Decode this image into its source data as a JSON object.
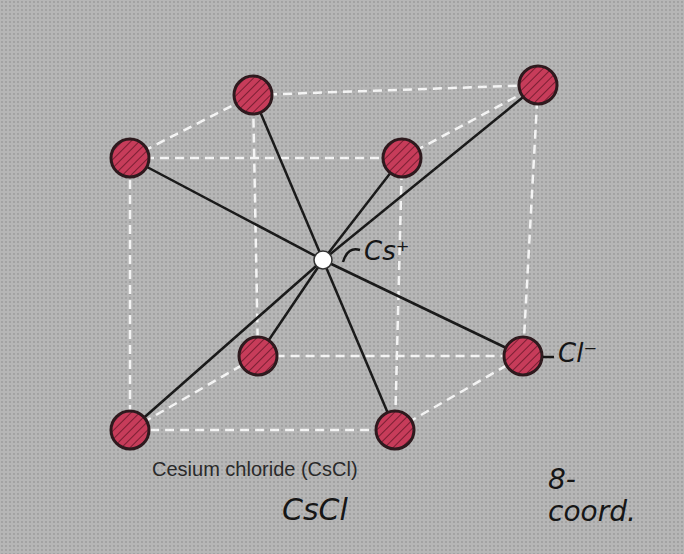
{
  "diagram": {
    "caption": "Cesium chloride (CsCl)",
    "labels": [
      "Cs⁺",
      "Cl⁻",
      "CsCl",
      "8- coord."
    ]
  }
}
